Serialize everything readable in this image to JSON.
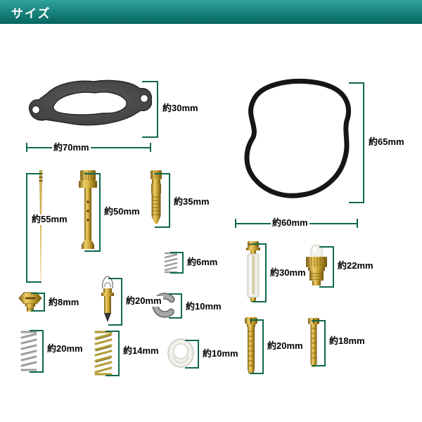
{
  "header": {
    "title": "サイズ"
  },
  "colors": {
    "header_gradient_top": "#2fa39d",
    "header_gradient_bottom": "#066561",
    "header_text": "#ffffff",
    "dimension_line": "#10684e",
    "label_text": "#000000",
    "background": "#ffffff",
    "brass": "#d4ae3e",
    "gasket_gray": "#474747",
    "oring_black": "#161616",
    "metal_silver": "#9e9e9e"
  },
  "parts": [
    "intake-manifold-gasket",
    "float-bowl-gasket",
    "jet-needle",
    "main-jet",
    "pilot-jet",
    "small-spring",
    "float-needle-valve",
    "e-clip",
    "needle-jet-sleeve",
    "float-valve-seat",
    "drain-bolt",
    "silver-spring",
    "gold-spring",
    "plastic-washer",
    "pilot-screw",
    "air-screw"
  ],
  "measurements": {
    "intake_gasket_height": "約30mm",
    "intake_gasket_width": "約70mm",
    "bowl_gasket_height": "約65mm",
    "bowl_gasket_width": "約60mm",
    "jet_needle_length": "約55mm",
    "main_jet_length": "約50mm",
    "pilot_jet_length": "約35mm",
    "small_spring_length": "約6mm",
    "float_valve_length": "約20mm",
    "e_clip_diameter": "約10mm",
    "needle_jet_length": "約30mm",
    "valve_seat_length": "約22mm",
    "drain_bolt_length": "約8mm",
    "silver_spring_length": "約20mm",
    "gold_spring_length": "約14mm",
    "washer_diameter": "約10mm",
    "long_screw_length": "約20mm",
    "short_screw_length": "約18mm"
  }
}
